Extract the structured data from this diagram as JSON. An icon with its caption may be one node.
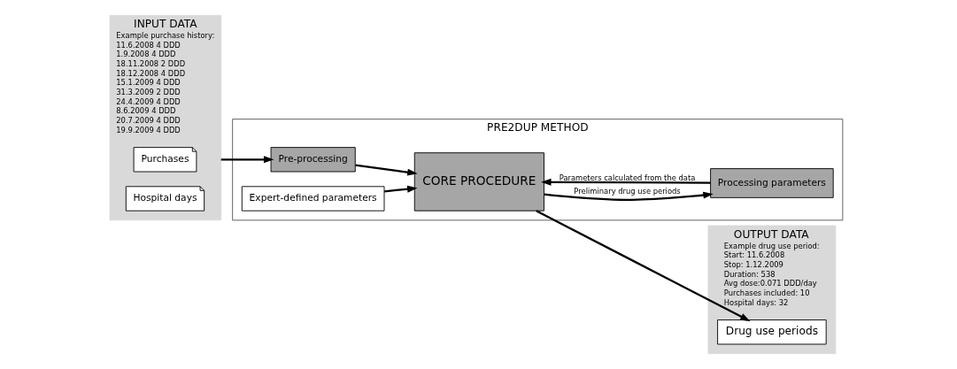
{
  "diagram": {
    "nodes": [
      {
        "text": [
          "INPUT DATA",
          "Example purchase history:",
          "11.6.2008 4 DDD",
          "1.9.2008 4 DDD",
          "18.11.2008 2 DDD",
          "18.12.2008 4 DDD",
          "15.1.2009 4 DDD",
          "31.3.2009 2 DDD",
          "24.4.2009 4 DDD",
          "8.6.2009 4 DDD",
          "20.7.2009 4 DDD",
          "19.9.2009 4 DDD"
        ]
      },
      {
        "text": [
          "Purchases"
        ],
        "in": 0
      },
      {
        "text": [
          "Hospital days"
        ],
        "in": 0
      },
      {
        "text": [
          "PRE2DUP METHOD"
        ]
      },
      {
        "text": [
          "Pre-processing"
        ],
        "in": 3
      },
      {
        "text": [
          "Expert-defined parameters"
        ],
        "in": 3
      },
      {
        "text": [
          "CORE PROCEDURE"
        ],
        "in": 3
      },
      {
        "text": [
          "Processing parameters"
        ],
        "in": 3
      },
      {
        "text": [
          "OUTPUT DATA",
          "Example drug use period:",
          "Start: 11.6.2008",
          "Stop: 1.12.2009",
          "Duration: 538",
          "Avg dose:0.071 DDD/day",
          "Purchases included: 10",
          "Hospital days: 32"
        ]
      },
      {
        "text": [
          "Drug use periods"
        ],
        "in": 8
      }
    ],
    "edges": [
      {
        "from": 0,
        "to": 4,
        "arrow": "to"
      },
      {
        "from": 4,
        "to": 6,
        "arrow": "to"
      },
      {
        "from": 5,
        "to": 6,
        "arrow": "to"
      },
      {
        "from": 6,
        "to": 7,
        "arrow": "to",
        "label": "Preliminary drug use periods"
      },
      {
        "from": 7,
        "to": 6,
        "arrow": "to",
        "label": "Parameters calculated from the data"
      },
      {
        "from": 6,
        "to": 9,
        "arrow": "to"
      }
    ]
  }
}
